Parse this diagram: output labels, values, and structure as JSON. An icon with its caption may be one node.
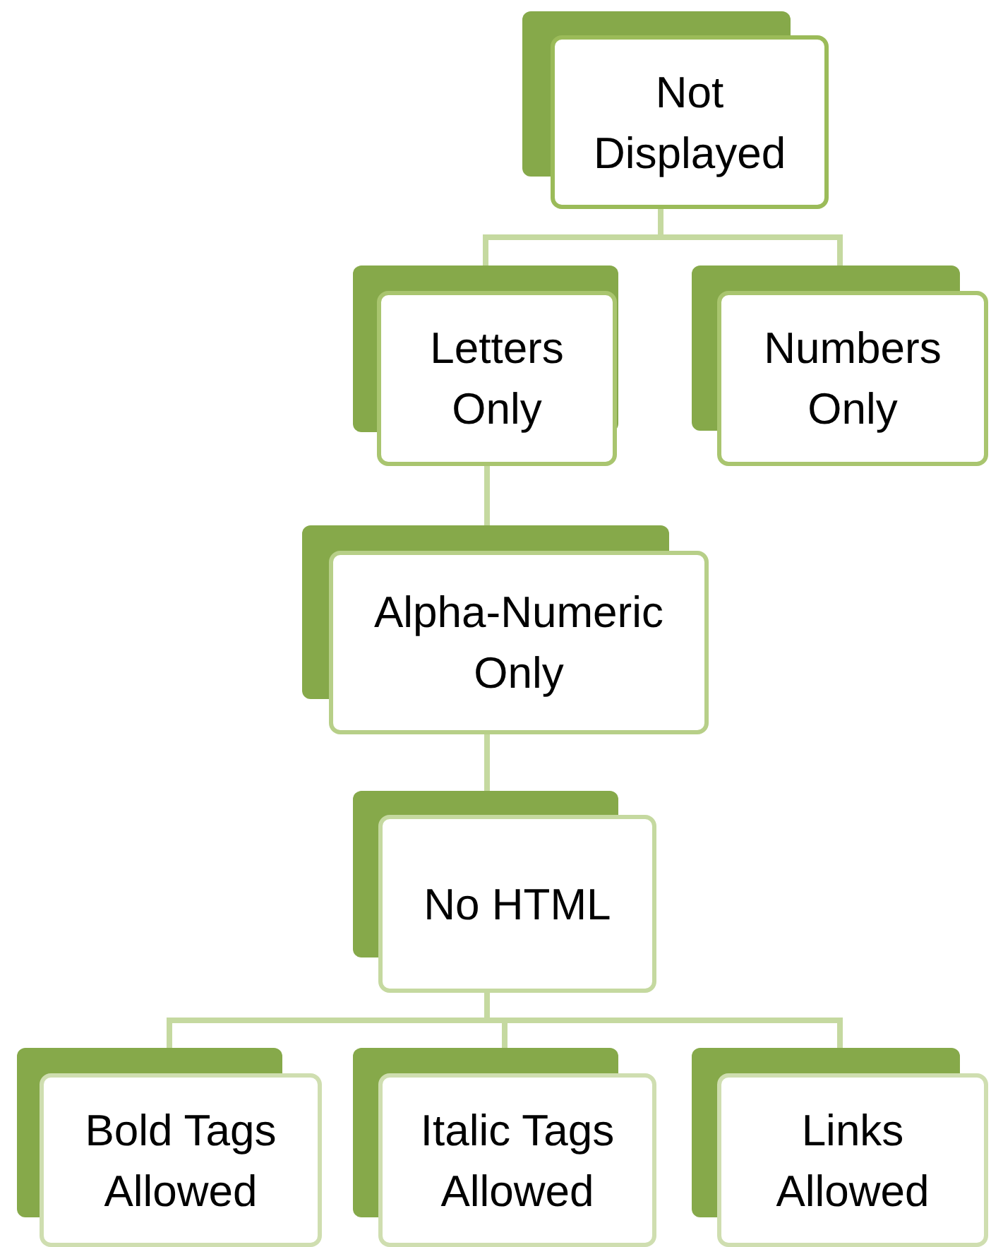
{
  "diagram": {
    "nodes": [
      {
        "text": [
          "Not Displayed"
        ]
      },
      {
        "text": [
          "Letters Only"
        ]
      },
      {
        "text": [
          "Numbers Only"
        ]
      },
      {
        "text": [
          "Alpha-Numeric Only"
        ]
      },
      {
        "text": [
          "No HTML"
        ]
      },
      {
        "text": [
          "Bold Tags Allowed"
        ]
      },
      {
        "text": [
          "Italic Tags Allowed"
        ]
      },
      {
        "text": [
          "Links Allowed"
        ]
      }
    ],
    "edges": [
      {
        "from": 0,
        "to": 1,
        "arrow": "none"
      },
      {
        "from": 0,
        "to": 2,
        "arrow": "none"
      },
      {
        "from": 1,
        "to": 3,
        "arrow": "none"
      },
      {
        "from": 3,
        "to": 4,
        "arrow": "none"
      },
      {
        "from": 4,
        "to": 5,
        "arrow": "none"
      },
      {
        "from": 4,
        "to": 6,
        "arrow": "none"
      },
      {
        "from": 4,
        "to": 7,
        "arrow": "none"
      }
    ]
  }
}
